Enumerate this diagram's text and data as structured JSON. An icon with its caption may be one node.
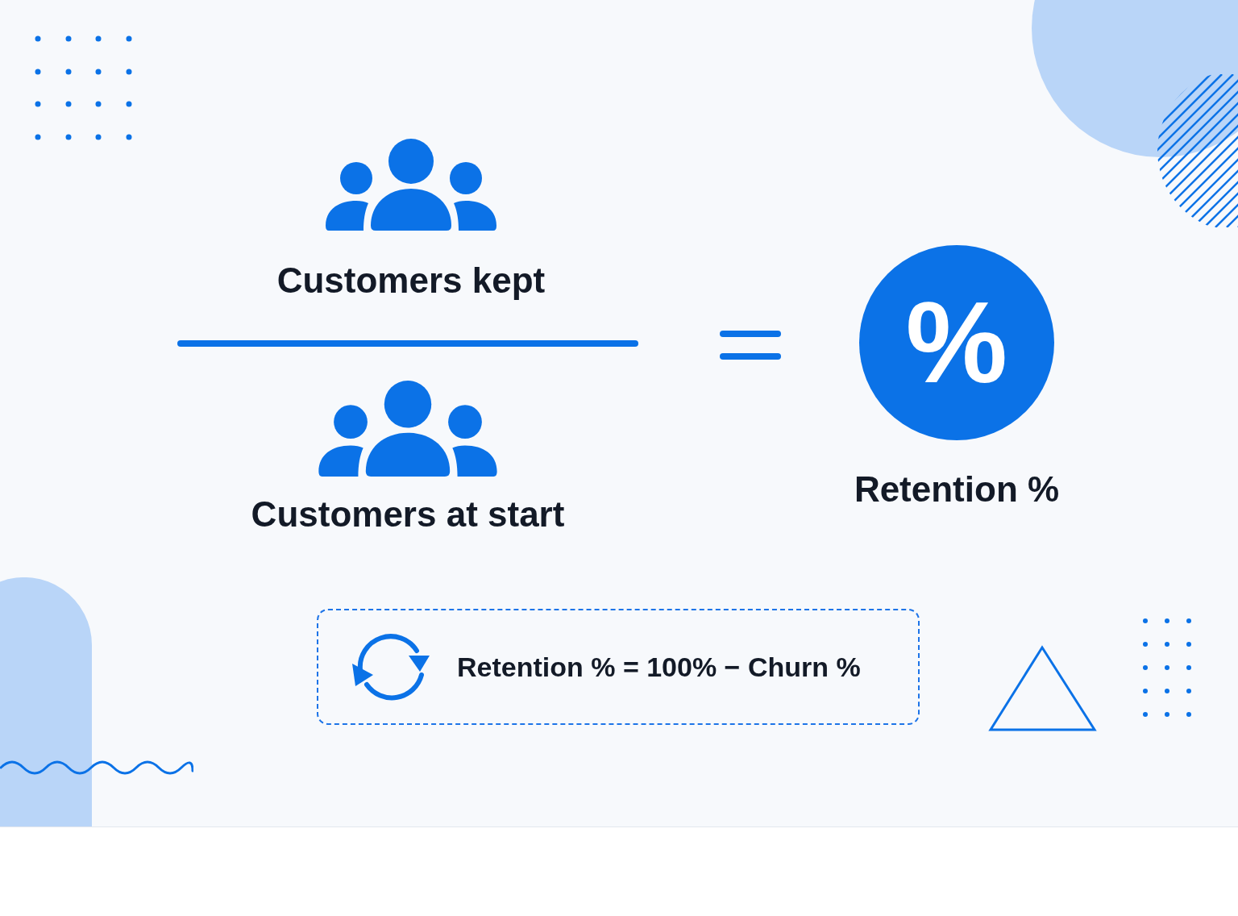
{
  "diagram": {
    "nodes": [
      {
        "text": [
          "Customers kept"
        ]
      },
      {
        "text": [
          "Customers at start"
        ]
      },
      {
        "text": [
          "%",
          "Retention %"
        ]
      },
      {
        "text": [
          "Retention % = 100% − Churn %"
        ]
      },
      {
        "text": [],
        "shape": "triangle"
      }
    ]
  }
}
